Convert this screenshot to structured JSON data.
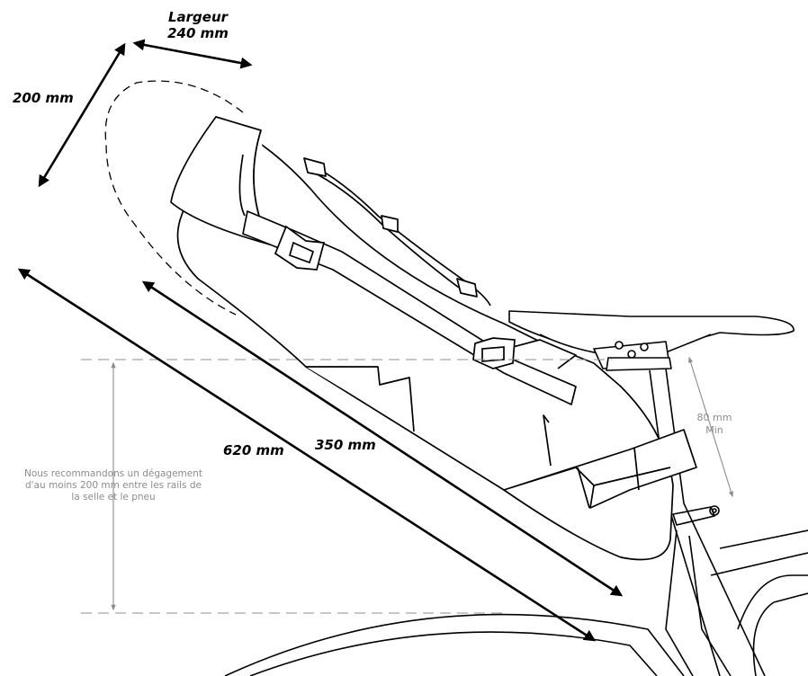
{
  "dimensions": {
    "width_label_line1": "Largeur",
    "width_label_line2": "240 mm",
    "height_label": "200 mm",
    "length_outer_label": "620 mm",
    "length_inner_label": "350 mm",
    "seatpost_label_line1": "80 mm",
    "seatpost_label_line2": "Min"
  },
  "clearance_note": {
    "line1": "Nous recommandons un dégagement",
    "line2": "d'au moins 200 mm entre les rails de",
    "line3": "la selle et le pneu"
  },
  "colors": {
    "line": "#000000",
    "guide": "#8c8c8c",
    "background": "#ffffff"
  }
}
